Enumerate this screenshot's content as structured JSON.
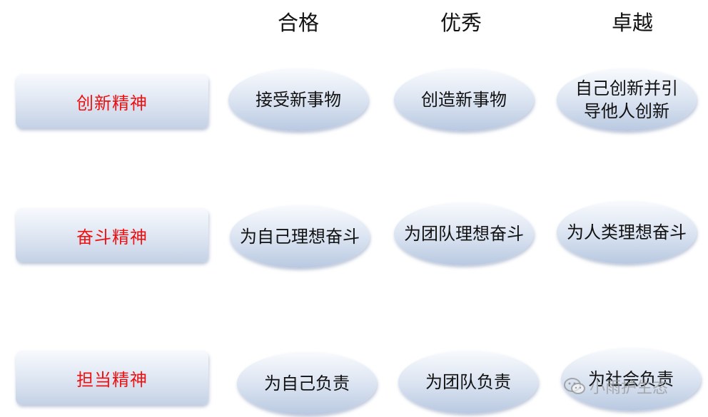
{
  "headers": [
    "合格",
    "优秀",
    "卓越"
  ],
  "rows": [
    {
      "label": "创新精神",
      "cells": [
        "接受新事物",
        "创造新事物",
        "自己创新并引\n导他人创新"
      ]
    },
    {
      "label": "奋斗精神",
      "cells": [
        "为自己理想奋斗",
        "为团队理想奋斗",
        "为人类理想奋斗"
      ]
    },
    {
      "label": "担当精神",
      "cells": [
        "为自己负责",
        "为团队负责",
        "为社会负责"
      ]
    }
  ],
  "watermark": "小雨护生态",
  "colors": {
    "row_label_text": "#ee1111",
    "cell_text": "#111111",
    "shape_fill_light": "#f8fafd",
    "shape_fill_dark": "#b9c9e1"
  }
}
